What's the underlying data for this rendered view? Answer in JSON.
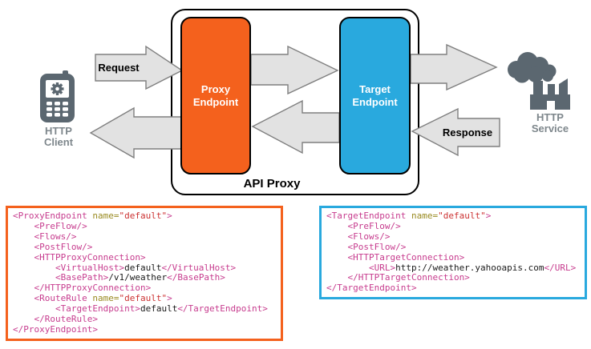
{
  "colors": {
    "proxy_orange": "#F4611D",
    "target_blue": "#29A9DE",
    "icon_slate": "#5B6770",
    "label_gray": "#7E878C",
    "arrow_fill": "#E2E2E2",
    "arrow_stroke": "#7F7F7F",
    "syntax": {
      "tag": "#C73C8E",
      "attr": "#998A20",
      "str": "#CC3333",
      "text": "#1A1A1A"
    }
  },
  "diagram": {
    "api_proxy_label": "API Proxy",
    "request_label": "Request",
    "response_label": "Response",
    "proxy_endpoint": {
      "lines": [
        "Proxy",
        "Endpoint"
      ]
    },
    "target_endpoint": {
      "lines": [
        "Target",
        "Endpoint"
      ]
    },
    "http_client": {
      "lines": [
        "HTTP",
        "Client"
      ]
    },
    "http_service": {
      "lines": [
        "HTTP",
        "Service"
      ]
    }
  },
  "code_blocks": [
    {
      "accent": "#F4611D",
      "lines": [
        [
          {
            "c": "tag",
            "t": "<ProxyEndpoint "
          },
          {
            "c": "attr",
            "t": "name="
          },
          {
            "c": "str",
            "t": "\"default\""
          },
          {
            "c": "tag",
            "t": ">"
          }
        ],
        [
          {
            "c": "tag",
            "t": "    <PreFlow/>"
          }
        ],
        [
          {
            "c": "tag",
            "t": "    <Flows/>"
          }
        ],
        [
          {
            "c": "tag",
            "t": "    <PostFlow/>"
          }
        ],
        [
          {
            "c": "tag",
            "t": "    <HTTPProxyConnection>"
          }
        ],
        [
          {
            "c": "tag",
            "t": "        <VirtualHost>"
          },
          {
            "c": "txt",
            "t": "default"
          },
          {
            "c": "tag",
            "t": "</VirtualHost>"
          }
        ],
        [
          {
            "c": "tag",
            "t": "        <BasePath>"
          },
          {
            "c": "txt",
            "t": "/v1/weather"
          },
          {
            "c": "tag",
            "t": "</BasePath>"
          }
        ],
        [
          {
            "c": "tag",
            "t": "    </HTTPProxyConnection>"
          }
        ],
        [
          {
            "c": "tag",
            "t": "    <RouteRule "
          },
          {
            "c": "attr",
            "t": "name="
          },
          {
            "c": "str",
            "t": "\"default\""
          },
          {
            "c": "tag",
            "t": ">"
          }
        ],
        [
          {
            "c": "tag",
            "t": "        <TargetEndpoint>"
          },
          {
            "c": "txt",
            "t": "default"
          },
          {
            "c": "tag",
            "t": "</TargetEndpoint>"
          }
        ],
        [
          {
            "c": "tag",
            "t": "    </RouteRule>"
          }
        ],
        [
          {
            "c": "tag",
            "t": "</ProxyEndpoint>"
          }
        ]
      ]
    },
    {
      "accent": "#29A9DE",
      "lines": [
        [
          {
            "c": "tag",
            "t": "<TargetEndpoint "
          },
          {
            "c": "attr",
            "t": "name="
          },
          {
            "c": "str",
            "t": "\"default\""
          },
          {
            "c": "tag",
            "t": ">"
          }
        ],
        [
          {
            "c": "tag",
            "t": "    <PreFlow/>"
          }
        ],
        [
          {
            "c": "tag",
            "t": "    <Flows/>"
          }
        ],
        [
          {
            "c": "tag",
            "t": "    <PostFlow/>"
          }
        ],
        [
          {
            "c": "tag",
            "t": "    <HTTPTargetConnection>"
          }
        ],
        [
          {
            "c": "tag",
            "t": "        <URL>"
          },
          {
            "c": "txt",
            "t": "http://weather.yahooapis.com"
          },
          {
            "c": "tag",
            "t": "</URL>"
          }
        ],
        [
          {
            "c": "tag",
            "t": "    </HTTPTargetConnection>"
          }
        ],
        [
          {
            "c": "tag",
            "t": "</TargetEndpoint>"
          }
        ]
      ]
    }
  ]
}
